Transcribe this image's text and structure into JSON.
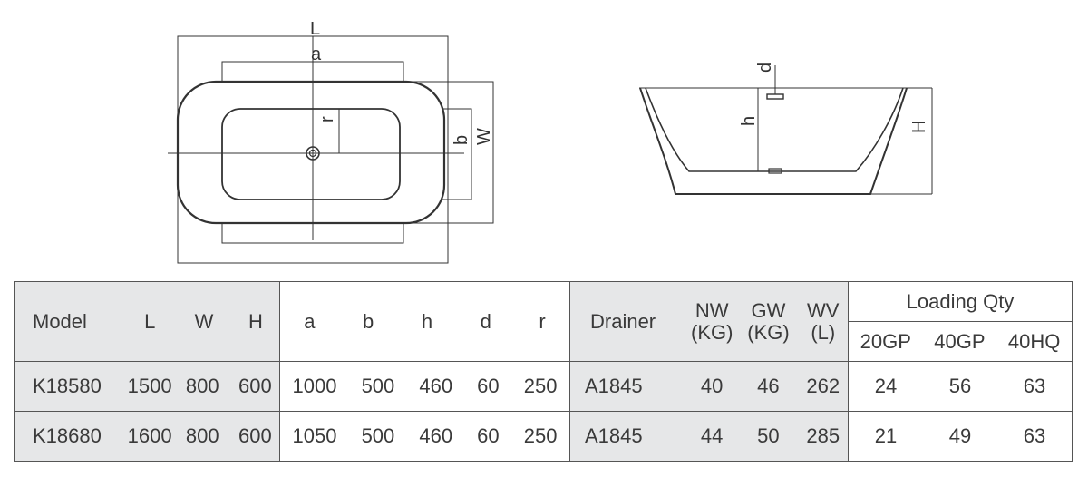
{
  "drawing": {
    "top_labels": {
      "L": "L",
      "a": "a",
      "r": "r",
      "b": "b",
      "W": "W"
    },
    "side_labels": {
      "d": "d",
      "h": "h",
      "H": "H"
    }
  },
  "table": {
    "header": {
      "model": "Model",
      "L": "L",
      "W": "W",
      "H": "H",
      "a": "a",
      "b": "b",
      "h": "h",
      "d": "d",
      "r": "r",
      "drainer": "Drainer",
      "nw": [
        "NW",
        "(KG)"
      ],
      "gw": [
        "GW",
        "(KG)"
      ],
      "wv": [
        "WV",
        "(L)"
      ],
      "loading": "Loading Qty",
      "loading_sub": [
        "20GP",
        "40GP",
        "40HQ"
      ]
    },
    "rows": [
      {
        "model": "K18580",
        "L": "1500",
        "W": "800",
        "H": "600",
        "a": "1000",
        "b": "500",
        "h": "460",
        "d": "60",
        "r": "250",
        "drainer": "A1845",
        "nw": "40",
        "gw": "46",
        "wv": "262",
        "q20": "24",
        "q40": "56",
        "q40hq": "63"
      },
      {
        "model": "K18680",
        "L": "1600",
        "W": "800",
        "H": "600",
        "a": "1050",
        "b": "500",
        "h": "460",
        "d": "60",
        "r": "250",
        "drainer": "A1845",
        "nw": "44",
        "gw": "50",
        "wv": "285",
        "q20": "21",
        "q40": "49",
        "q40hq": "63"
      }
    ]
  }
}
